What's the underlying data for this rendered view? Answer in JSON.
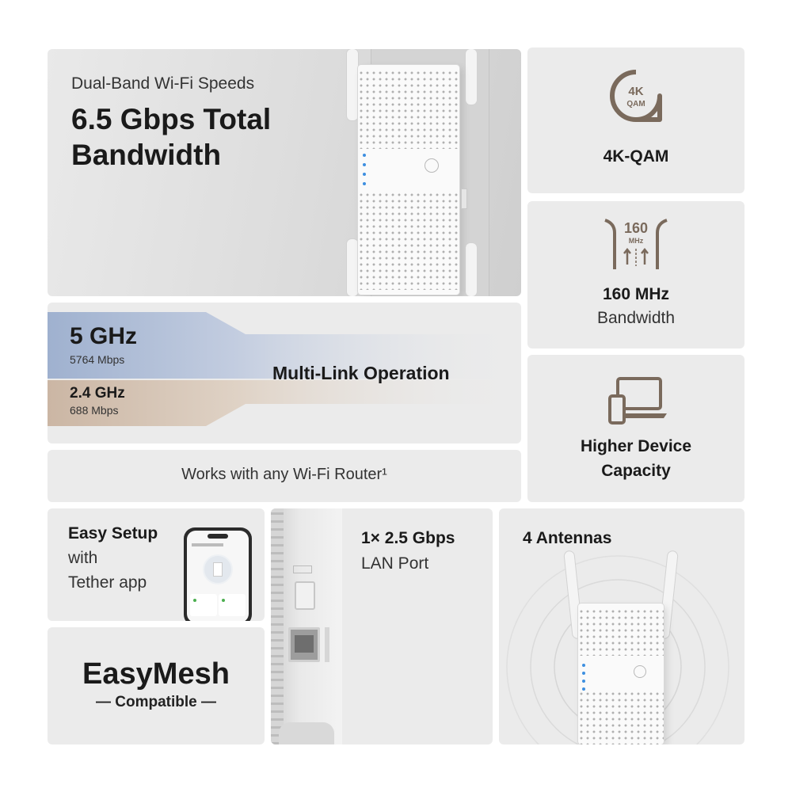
{
  "hero": {
    "subtitle": "Dual-Band Wi-Fi Speeds",
    "headline_line1": "6.5 Gbps Total",
    "headline_line2": "Bandwidth"
  },
  "qam": {
    "badge_top": "4K",
    "badge_bottom": "QAM",
    "label": "4K-QAM"
  },
  "mhz": {
    "badge_top": "160",
    "badge_bottom": "MHz",
    "label_bold": "160 MHz",
    "label_regular": "Bandwidth"
  },
  "capacity": {
    "label_line1": "Higher Device",
    "label_line2": "Capacity"
  },
  "multilink": {
    "band5_name": "5 GHz",
    "band5_speed": "5764 Mbps",
    "band24_name": "2.4 GHz",
    "band24_speed": "688 Mbps",
    "title": "Multi-Link Operation"
  },
  "router": {
    "label": "Works with any Wi-Fi Router¹"
  },
  "setup": {
    "line1": "Easy Setup",
    "line2": "with",
    "line3": "Tether app"
  },
  "mesh": {
    "title": "EasyMesh",
    "subtitle": "— Compatible —"
  },
  "lan": {
    "line1": "1× 2.5 Gbps",
    "line2": "LAN Port"
  },
  "antennas": {
    "label": "4 Antennas"
  },
  "colors": {
    "icon_brown": "#7a6a5c",
    "band5": "#9fb1cf",
    "band24": "#cbb6a4",
    "led_blue": "#3e8fe0"
  }
}
